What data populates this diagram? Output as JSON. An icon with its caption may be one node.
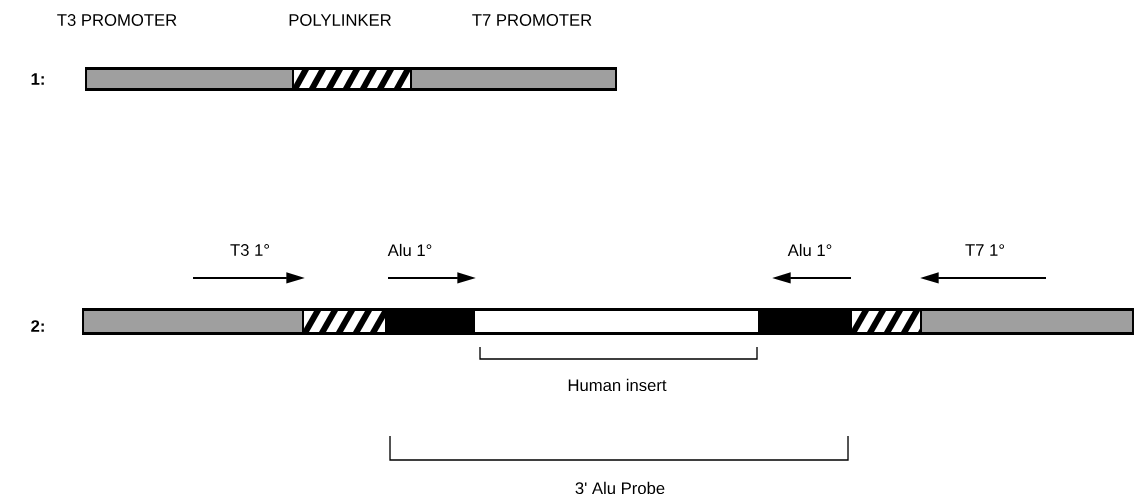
{
  "diagram": {
    "labels": [
      "T3 PROMOTER",
      "POLYLINKER",
      "T7 PROMOTER",
      "1:",
      "T3 1°",
      "Alu 1°",
      "Alu 1°",
      "T7 1°",
      "2:",
      "Human insert",
      "3' Alu Probe"
    ]
  }
}
